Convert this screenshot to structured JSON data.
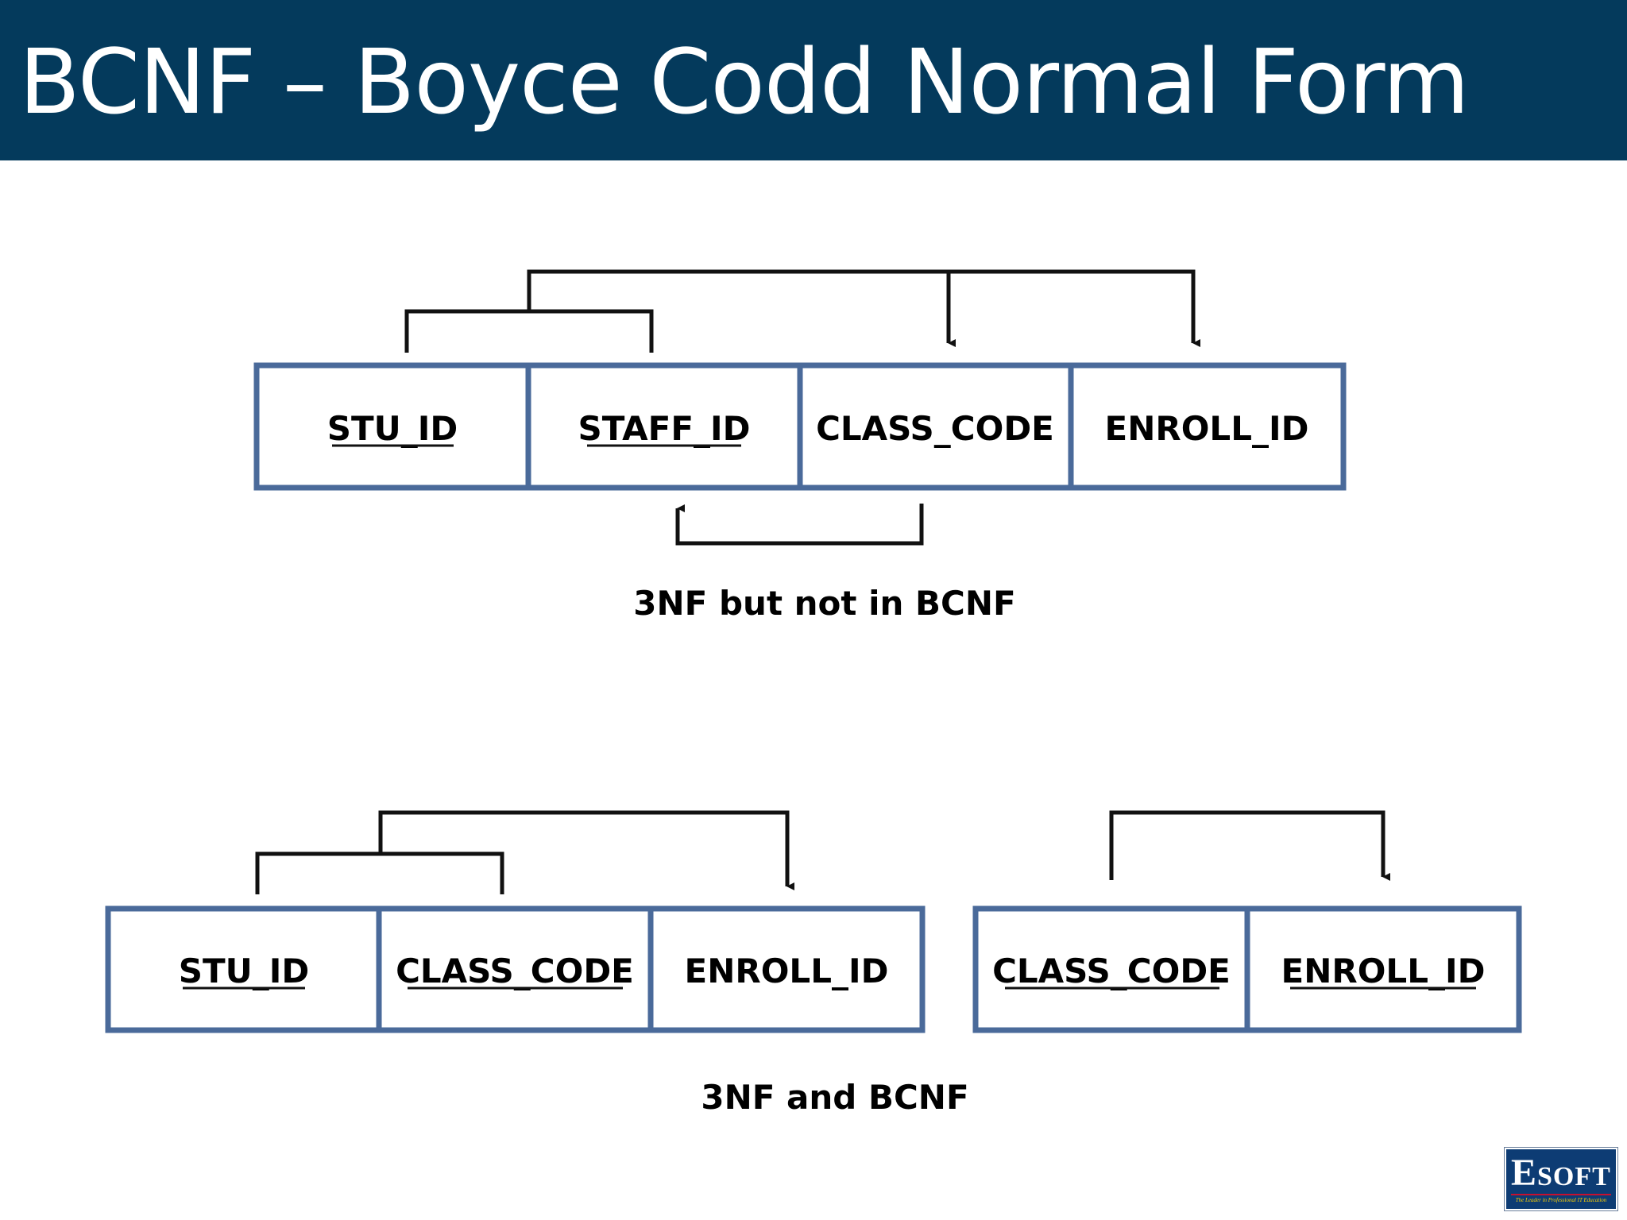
{
  "slide": {
    "title": "BCNF – Boyce Codd Normal Form"
  },
  "diagram": {
    "top_table": {
      "columns": [
        {
          "label": "STU_ID",
          "key": true
        },
        {
          "label": "STAFF_ID",
          "key": true
        },
        {
          "label": "CLASS_CODE",
          "key": false
        },
        {
          "label": "ENROLL_ID",
          "key": false
        }
      ],
      "caption": "3NF but not in BCNF"
    },
    "bottom_left_table": {
      "columns": [
        {
          "label": "STU_ID",
          "key": true
        },
        {
          "label": "CLASS_CODE",
          "key": true
        },
        {
          "label": "ENROLL_ID",
          "key": false
        }
      ]
    },
    "bottom_right_table": {
      "columns": [
        {
          "label": "CLASS_CODE",
          "key": true
        },
        {
          "label": "ENROLL_ID",
          "key": true
        }
      ]
    },
    "bottom_caption": "3NF and BCNF"
  },
  "logo": {
    "text": "ESOFT",
    "first_letter": "E",
    "rest": "SOFT",
    "tagline": "The Leader in Professional IT Education"
  },
  "colors": {
    "title_bar": "#043a5c",
    "table_border": "#4a6a9a",
    "arrow": "#111111",
    "logo_bg": "#0d3c74"
  }
}
